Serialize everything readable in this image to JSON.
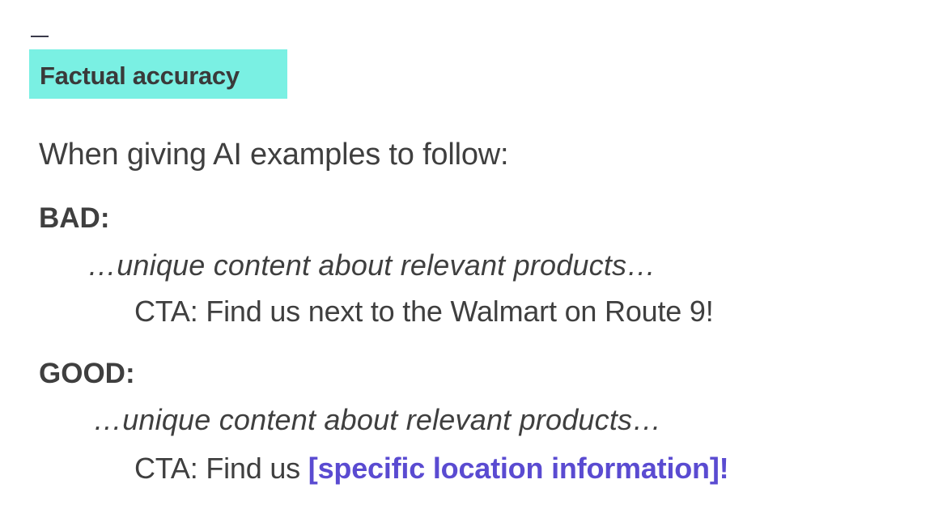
{
  "heading": "Factual accuracy",
  "intro": "When giving AI examples to follow:",
  "bad": {
    "label": "BAD:",
    "example": "…unique content about relevant products…",
    "cta": "CTA: Find us next to the Walmart on Route 9!"
  },
  "good": {
    "label": "GOOD:",
    "example": "…unique content about relevant products…",
    "cta_prefix": "CTA: Find us ",
    "cta_placeholder": "[specific location information]!"
  },
  "colors": {
    "heading_highlight": "#7af0e3",
    "placeholder_text": "#5a4bd1",
    "body_text": "#3f3f3f"
  }
}
